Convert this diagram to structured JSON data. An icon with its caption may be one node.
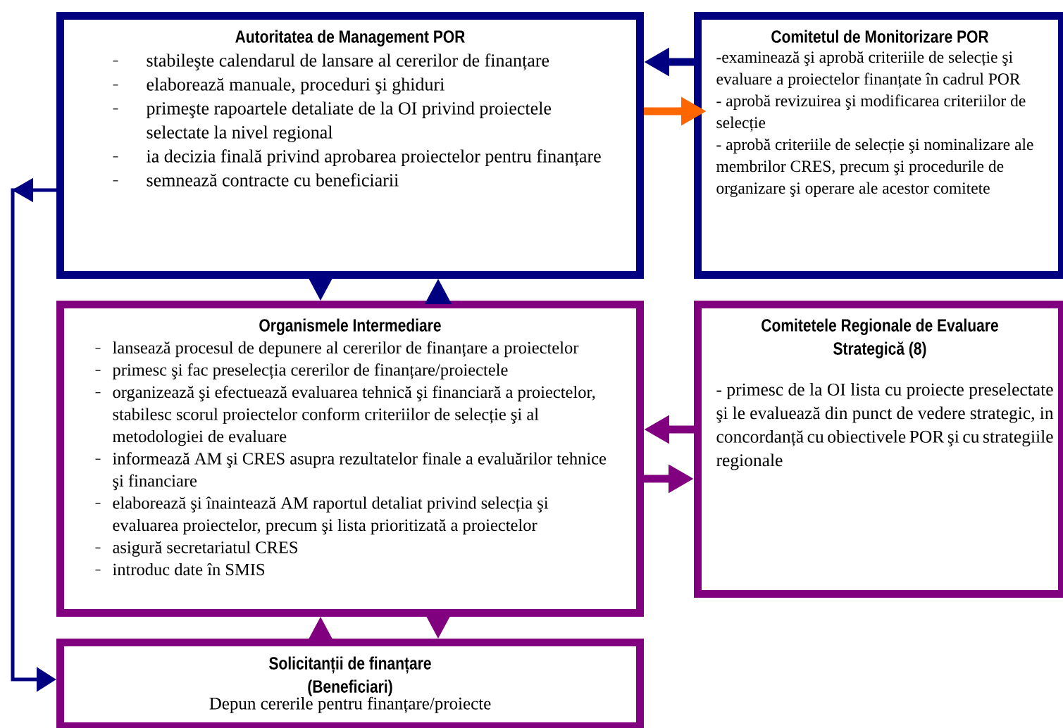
{
  "diagram": {
    "nodes": [
      {
        "text": [
          "Autoritatea de Management POR",
          "stabileşte calendarul de lansare al cererilor de finanțare",
          "elaborează manuale, proceduri şi ghiduri",
          "primeşte rapoartele detaliate de la OI privind proiectele selectate la nivel regional",
          "ia decizia finală privind aprobarea proiectelor pentru finanțare",
          "semnează contracte cu beneficiarii"
        ]
      },
      {
        "text": [
          "Comitetul de Monitorizare POR",
          "-examinează şi aprobă criteriile de selecție şi evaluare a proiectelor finanțate în cadrul POR",
          "- aprobă revizuirea şi modificarea criteriilor de selecție",
          "- aprobă criteriile de selecție şi nominalizare ale membrilor CRES, precum şi procedurile de organizare şi operare ale acestor comitete"
        ]
      },
      {
        "text": [
          "Organismele Intermediare",
          "lansează procesul de depunere al cererilor de finanțare a proiectelor",
          "primesc şi fac preselecția cererilor de finanțare/proiectele",
          "organizează şi efectuează evaluarea tehnică şi financiară a proiectelor, stabilesc scorul proiectelor conform criteriilor de selecție şi al metodologiei de evaluare",
          "informează AM şi CRES asupra rezultatelor finale a evaluărilor tehnice şi financiare",
          "elaborează şi înaintează AM raportul detaliat privind selecția şi evaluarea proiectelor, precum şi lista prioritizată a proiectelor",
          "asigură secretariatul CRES",
          "introduc date în SMIS"
        ]
      },
      {
        "text": [
          "Comitetele Regionale de Evaluare Strategică (8)",
          "- primesc de la OI lista cu proiecte preselectate şi le evaluează din punct de vedere strategic, in concordanță cu obiectivele POR şi cu strategiile regionale"
        ]
      },
      {
        "text": [
          "Solicitanții de finanțare (Beneficiari)",
          "Depun cererile pentru finanțare/proiecte"
        ]
      }
    ],
    "edges": [
      {
        "from": 1,
        "to": 0,
        "arrow": "to",
        "color": "#000080"
      },
      {
        "from": 0,
        "to": 1,
        "arrow": "to",
        "color": "#ff6600"
      },
      {
        "from": 0,
        "to": 2,
        "arrow": "to",
        "color": "#000080"
      },
      {
        "from": 2,
        "to": 0,
        "arrow": "to",
        "color": "#000080"
      },
      {
        "from": 3,
        "to": 2,
        "arrow": "to",
        "color": "#800080"
      },
      {
        "from": 2,
        "to": 3,
        "arrow": "to",
        "color": "#800080"
      },
      {
        "from": 4,
        "to": 2,
        "arrow": "to",
        "color": "#800080"
      },
      {
        "from": 2,
        "to": 4,
        "arrow": "to",
        "color": "#800080"
      },
      {
        "from": 0,
        "to": 4,
        "arrow": "to",
        "color": "#000080"
      }
    ]
  }
}
